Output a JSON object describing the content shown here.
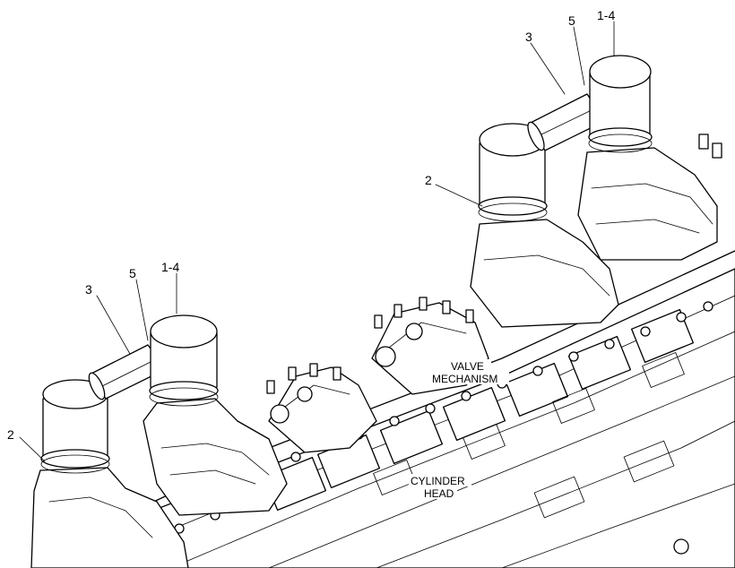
{
  "callouts": {
    "left_2": "2",
    "left_3": "3",
    "left_5": "5",
    "left_1_4": "1-4",
    "right_2": "2",
    "right_3": "3",
    "right_5": "5",
    "right_1_4": "1-4"
  },
  "labels": {
    "valve_line1": "VALVE",
    "valve_line2": "MECHANISM",
    "cyl_line1": "CYLINDER",
    "cyl_line2": "HEAD"
  }
}
